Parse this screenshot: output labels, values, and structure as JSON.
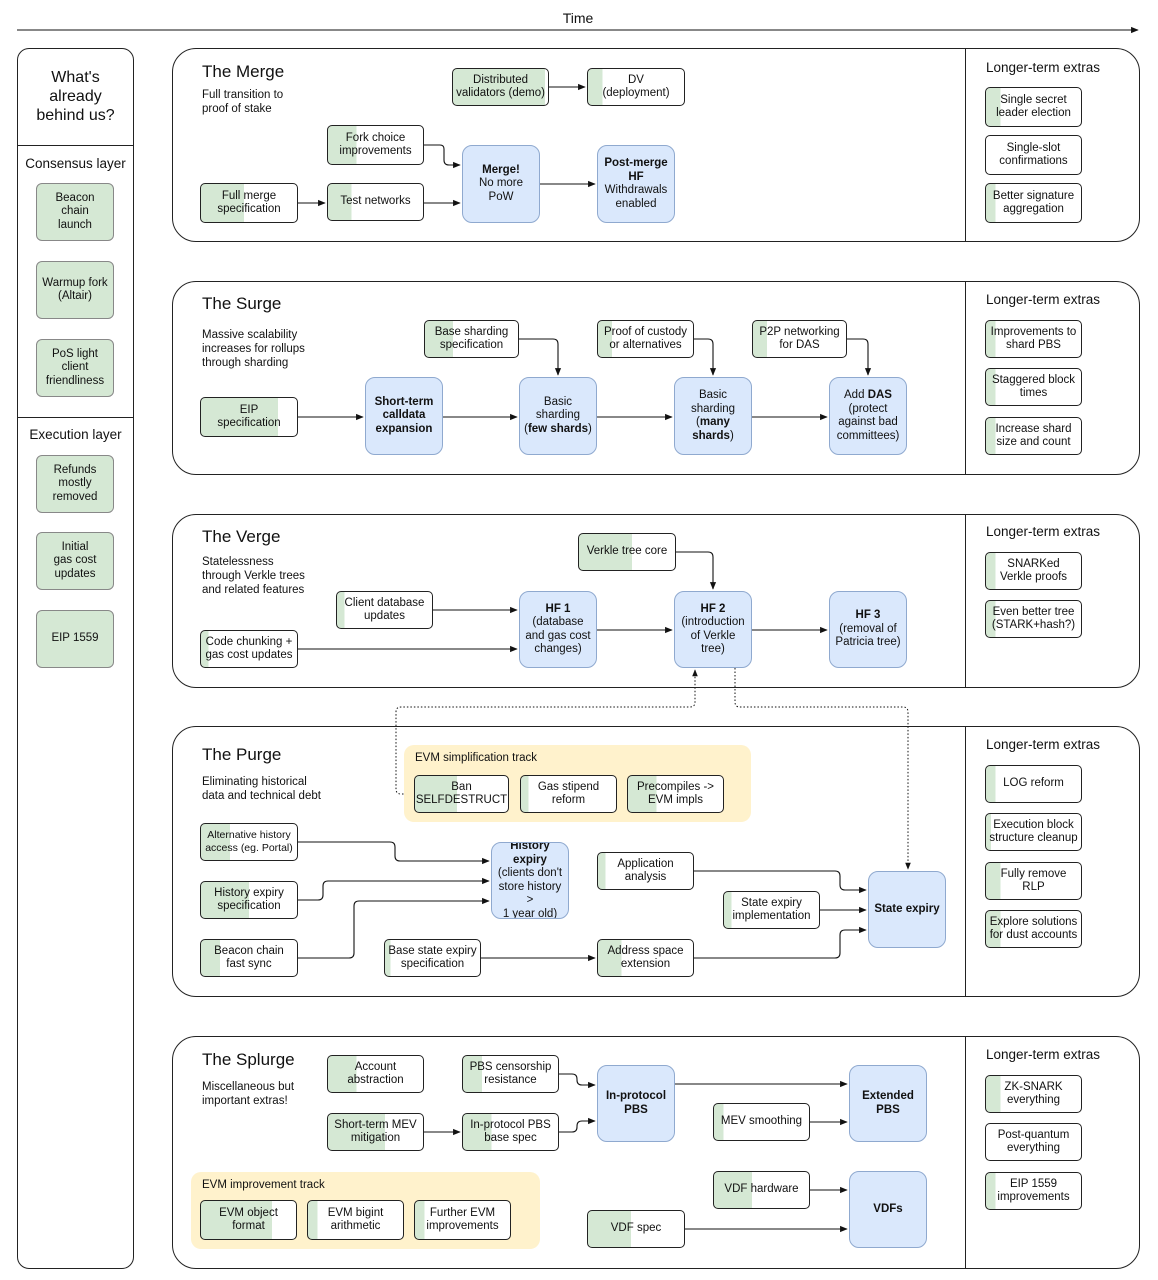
{
  "time_label": "Time",
  "left": {
    "heading": "What's\nalready\nbehind us?",
    "consensus": {
      "label": "Consensus layer",
      "items": [
        "Beacon\nchain\nlaunch",
        "Warmup fork\n(Altair)",
        "PoS light\nclient\nfriendliness"
      ]
    },
    "execution": {
      "label": "Execution layer",
      "items": [
        "Refunds\nmostly\nremoved",
        "Initial\ngas cost\nupdates",
        "EIP 1559"
      ]
    }
  },
  "colors": {
    "done": "#d5e8d4",
    "milestone": "#dae8fc",
    "track": "#fff2cc",
    "line": "#222222"
  },
  "merge": {
    "title": "The Merge",
    "desc": "Full transition to\nproof of stake",
    "nodes": {
      "dv_demo": "Distributed\nvalidators (demo)",
      "dv_deploy": "DV\n(deployment)",
      "fork_choice": "Fork choice\nimprovements",
      "full_spec": "Full merge\nspecification",
      "testnets": "Test networks",
      "merge_a": "Merge!",
      "merge_b": "No more\nPoW",
      "post_a": "Post-merge\nHF",
      "post_b": "Withdrawals\nenabled"
    },
    "progress": {
      "dv_demo": 0.97,
      "dv_deploy": 0.15,
      "fork_choice": 0.3,
      "full_spec": 0.45,
      "testnets": 0.25
    },
    "extras_title": "Longer-term extras",
    "extras": [
      "Single secret\nleader election",
      "Single-slot\nconfirmations",
      "Better signature\naggregation"
    ],
    "extras_progress": [
      0.15,
      0.0,
      0.1
    ]
  },
  "surge": {
    "title": "The Surge",
    "desc": "Massive scalability\nincreases for rollups\nthrough sharding",
    "nodes": {
      "base_spec": "Base sharding\nspecification",
      "custody": "Proof of custody\nor alternatives",
      "p2p": "P2P networking\nfor DAS",
      "eip": "EIP\nspecification",
      "calldata": "Short-term\ncalldata\nexpansion",
      "basic1_a": "Basic\nsharding\n(",
      "basic1_b": "few shards",
      "basic1_c": ")",
      "basic2_a": "Basic\nsharding\n(",
      "basic2_b": "many\nshards",
      "basic2_c": ")",
      "das_a": "Add ",
      "das_b": "DAS",
      "das_c": "\n(protect\nagainst bad\ncommittees)"
    },
    "progress": {
      "base_spec": 0.3,
      "custody": 0.15,
      "p2p": 0.15,
      "eip": 0.8
    },
    "extras_title": "Longer-term extras",
    "extras": [
      "Improvements to\nshard PBS",
      "Staggered block\ntimes",
      "Increase shard\nsize and count"
    ],
    "extras_progress": [
      0.1,
      0.1,
      0.1
    ]
  },
  "verge": {
    "title": "The Verge",
    "desc": "Statelessness\nthrough Verkle trees\nand related features",
    "nodes": {
      "core": "Verkle tree core",
      "client_db": "Client database\nupdates",
      "chunking": "Code chunking +\ngas cost updates",
      "hf1_a": "HF 1",
      "hf1_b": "(database\nand gas cost\nchanges)",
      "hf2_a": "HF 2",
      "hf2_b": "(introduction\nof Verkle\ntree)",
      "hf3_a": "HF 3",
      "hf3_b": "(removal of\nPatricia tree)"
    },
    "progress": {
      "core": 0.55,
      "client_db": 0.08,
      "chunking": 0.08
    },
    "extras_title": "Longer-term extras",
    "extras": [
      "SNARKed\nVerkle proofs",
      "Even better tree\n(STARK+hash?)"
    ],
    "extras_progress": [
      0.1,
      0.1
    ]
  },
  "purge": {
    "title": "The Purge",
    "desc": "Eliminating historical\ndata and technical debt",
    "track_title": "EVM simplification track",
    "track_items": [
      "Ban\nSELFDESTRUCT",
      "Gas stipend\nreform",
      "Precompiles ->\nEVM impls"
    ],
    "track_progress": [
      0.45,
      0.08,
      0.3
    ],
    "nodes": {
      "alt_history": "Alternative history\naccess (eg. Portal)",
      "hist_spec": "History expiry\nspecification",
      "beacon_sync": "Beacon chain\nfast sync",
      "base_state": "Base state expiry\nspecification",
      "hist_a": "History\nexpiry",
      "hist_b": "(clients don't\nstore history >\n1 year old)",
      "app_analysis": "Application\nanalysis",
      "state_impl": "State expiry\nimplementation",
      "addr_space": "Address space\nextension",
      "state_expiry": "State expiry"
    },
    "progress": {
      "alt_history": 0.3,
      "hist_spec": 0.5,
      "beacon_sync": 0.2,
      "base_state": 0.06,
      "app_analysis": 0.08,
      "state_impl": 0.08,
      "addr_space": 0.25
    },
    "extras_title": "Longer-term extras",
    "extras": [
      "LOG reform",
      "Execution block\nstructure cleanup",
      "Fully remove\nRLP",
      "Explore solutions\nfor dust accounts"
    ],
    "extras_progress": [
      0.1,
      0.05,
      0.15,
      0.15
    ]
  },
  "splurge": {
    "title": "The Splurge",
    "desc": "Miscellaneous but\nimportant extras!",
    "nodes": {
      "account_abs": "Account\nabstraction",
      "pbs_censor": "PBS censorship\nresistance",
      "short_mev": "Short-term MEV\nmitigation",
      "pbs_base": "In-protocol PBS\nbase spec",
      "inpbs": "In-protocol\nPBS",
      "extpbs": "Extended\nPBS",
      "mev_smooth": "MEV smoothing",
      "vdf_hw": "VDF hardware",
      "vdf_spec": "VDF spec",
      "vdfs": "VDFs"
    },
    "progress": {
      "account_abs": 0.3,
      "pbs_censor": 0.2,
      "short_mev": 0.6,
      "pbs_base": 0.3,
      "mev_smooth": 0.1,
      "vdf_hw": 0.4,
      "vdf_spec": 0.45
    },
    "track_title": "EVM improvement track",
    "track_items": [
      "EVM object\nformat",
      "EVM bigint\narithmetic",
      "Further EVM\nimprovements"
    ],
    "track_progress": [
      0.75,
      0.1,
      0.1
    ],
    "extras_title": "Longer-term extras",
    "extras": [
      "ZK-SNARK\neverything",
      "Post-quantum\neverything",
      "EIP 1559\nimprovements"
    ],
    "extras_progress": [
      0.15,
      0.0,
      0.1
    ]
  }
}
